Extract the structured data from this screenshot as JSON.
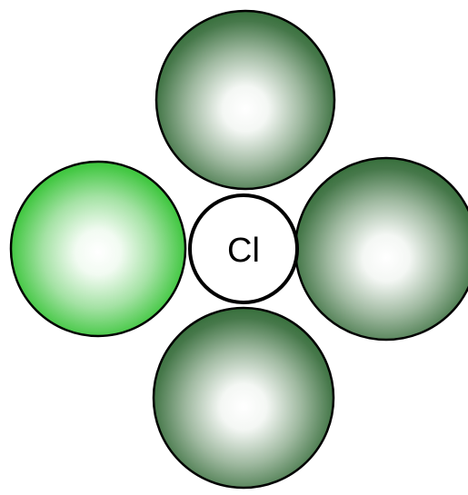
{
  "center": {
    "label": "Cl",
    "fill": "#ffffff",
    "stroke": "#000000"
  },
  "spheres": [
    {
      "id": "top",
      "highlight": "#ffffff",
      "shade": "#2f6b34"
    },
    {
      "id": "left",
      "highlight": "#ffffff",
      "shade": "#2fbf2f"
    },
    {
      "id": "right",
      "highlight": "#ffffff",
      "shade": "#2f6b34"
    },
    {
      "id": "bottom",
      "highlight": "#ffffff",
      "shade": "#2f6b34"
    }
  ]
}
